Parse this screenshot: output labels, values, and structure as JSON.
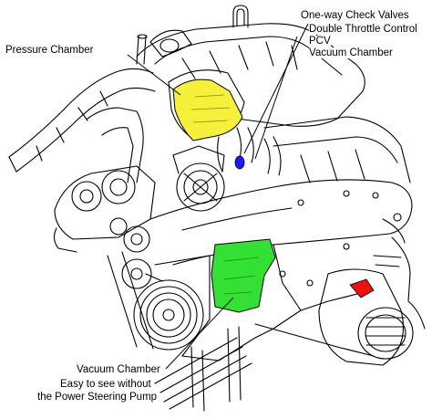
{
  "labels": {
    "pressure_chamber": "Pressure Chamber",
    "one_way_check_valves": "One-way Check Valves",
    "double_throttle_control": "Double Throttle Control",
    "pcv": "PCV",
    "vacuum_chamber_top": "Vacuum Chamber",
    "vacuum_chamber_bottom": "Vacuum Chamber",
    "easy_to_see_line1": "Easy to see without",
    "easy_to_see_line2": "the Power Steering Pump"
  },
  "colors": {
    "pressure_chamber": "#f5f03c",
    "check_valves": "#1a1aff",
    "vacuum_chamber": "#33e033",
    "pcv": "#ee1111",
    "line": "#000000"
  }
}
